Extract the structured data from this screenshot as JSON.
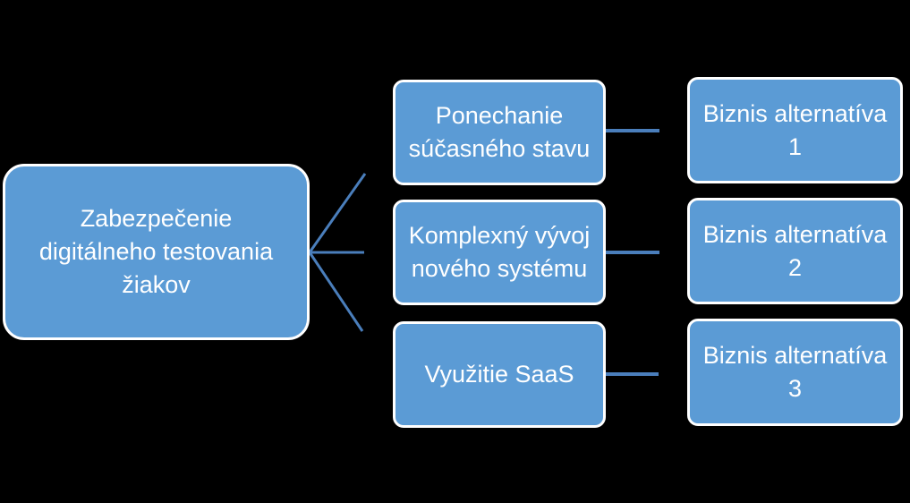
{
  "diagram": {
    "root": {
      "lines": [
        "Zabezpečenie",
        "digitálneho testovania",
        "žiakov"
      ]
    },
    "options": [
      {
        "lines": [
          "Ponechanie",
          "súčasného stavu"
        ]
      },
      {
        "lines": [
          "Komplexný vývoj",
          "nového systému"
        ]
      },
      {
        "lines": [
          "Využitie SaaS"
        ]
      }
    ],
    "alternatives": [
      {
        "lines": [
          "Biznis alternatíva",
          "1"
        ]
      },
      {
        "lines": [
          "Biznis alternatíva",
          "2"
        ]
      },
      {
        "lines": [
          "Biznis alternatíva",
          "3"
        ]
      }
    ],
    "colors": {
      "background": "#000000",
      "node_fill": "#5b9bd5",
      "node_border": "#ffffff",
      "connector": "#4a7ebb",
      "text": "#ffffff"
    }
  }
}
